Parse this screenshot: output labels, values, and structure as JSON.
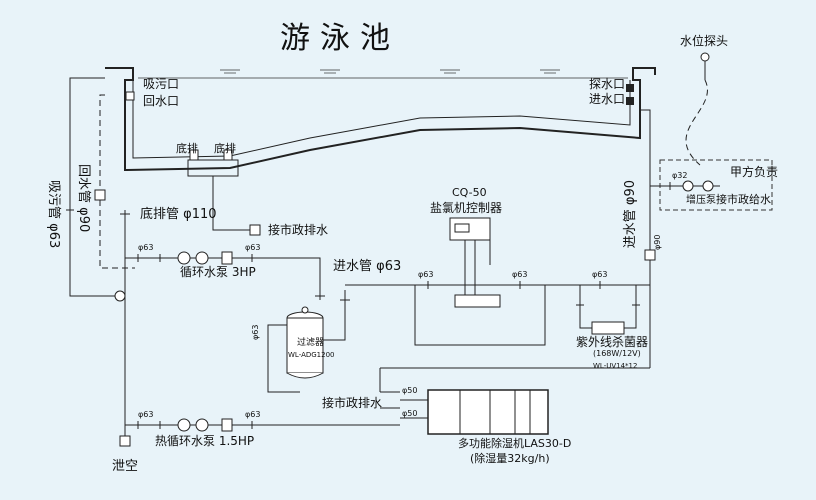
{
  "title": "游泳池",
  "pool": {
    "suction_port": "吸污口",
    "return_port": "回水口",
    "probe_port": "探水口",
    "inlet_port": "进水口",
    "bottom_drain_1": "底排",
    "bottom_drain_2": "底排"
  },
  "level_probe": "水位探头",
  "left_pipes": {
    "suction": "吸污管 φ63",
    "return": "回水管 φ90",
    "drain": "泄空"
  },
  "bottom_drain_pipe": "底排管 φ110",
  "municipal_drain_1": "接市政排水",
  "municipal_drain_2": "接市政排水",
  "circ_pump": "循环水泵 3HP",
  "heat_pump": "热循环水泵 1.5HP",
  "inlet_pipe": "进水管 φ63",
  "inlet_pipe_right": "进水管 φ90",
  "controller": {
    "model": "CQ-50",
    "name": "盐氯机控制器"
  },
  "filter": {
    "name": "过滤器",
    "model": "WL-ADG1200"
  },
  "uv": {
    "name": "紫外线杀菌器",
    "spec": "(168W/12V)",
    "model": "WL-UV14*12"
  },
  "dehumidifier": {
    "name": "多功能除湿机LAS30-D",
    "capacity": "(除湿量32kg/h)"
  },
  "supply_box": {
    "title": "甲方负责",
    "booster": "增压泵",
    "municipal_water": "接市政给水",
    "size": "φ32"
  },
  "sizes": {
    "d63": "φ63",
    "d50": "φ50",
    "d90": "φ90"
  }
}
